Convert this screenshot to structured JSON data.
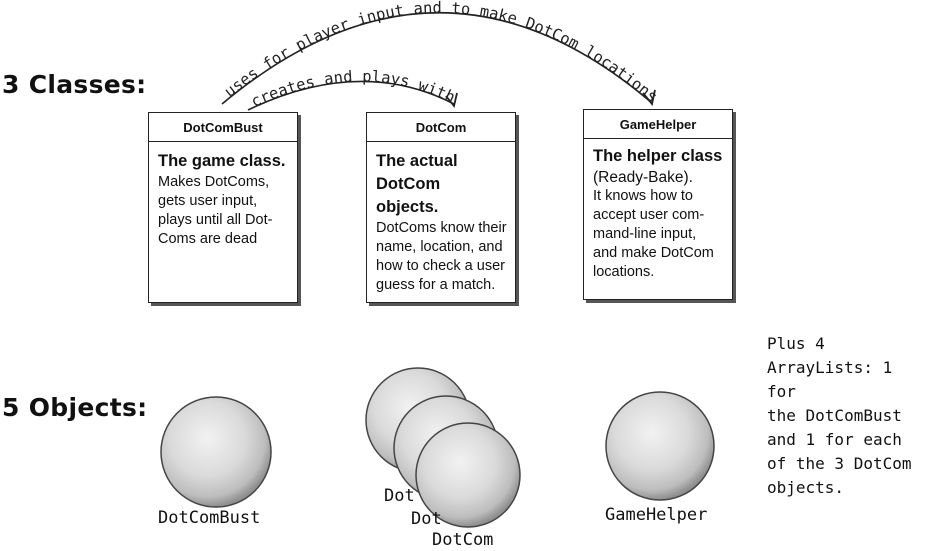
{
  "headings": {
    "classes": "3 Classes:",
    "objects": "5 Objects:"
  },
  "arrows": {
    "outer": "uses for player input and to make DotCom locations",
    "inner": "creates and plays with"
  },
  "classes": [
    {
      "title": "DotComBust",
      "heading": "The game class.",
      "text": [
        "Makes DotComs,",
        "gets  user input,",
        "plays until all Dot-",
        "Coms are dead"
      ]
    },
    {
      "title": "DotCom",
      "heading": "The actual DotCom objects.",
      "text": [
        "DotComs know their",
        "name, location, and",
        "how to check a user",
        "guess for a match."
      ]
    },
    {
      "title": "GameHelper",
      "heading": "The helper class",
      "text": [
        "(Ready-Bake).",
        "It knows how to",
        "accept user com-",
        "mand-line input,",
        "and make DotCom",
        "locations."
      ]
    }
  ],
  "objects": {
    "dotcombust": "DotComBust",
    "dotcom_1": "DotCom",
    "dotcom_2": "DotCom",
    "dotcom_3": "DotCom",
    "gamehelper": "GameHelper"
  },
  "note": [
    "Plus 4",
    "ArrayLists: 1 for",
    "the DotComBust",
    "and 1 for each",
    "of the 3 DotCom",
    "objects."
  ]
}
